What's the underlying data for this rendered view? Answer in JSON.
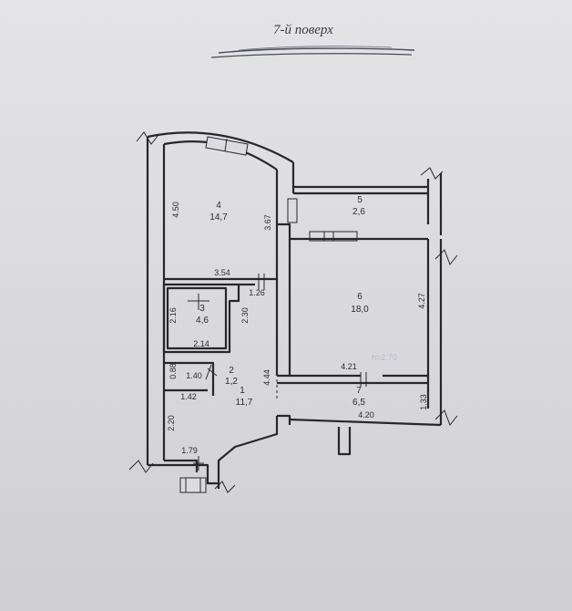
{
  "title": "7-й поверх",
  "rooms": [
    {
      "number": "1",
      "area": "11,7"
    },
    {
      "number": "2",
      "area": "1,2"
    },
    {
      "number": "3",
      "area": "4,6"
    },
    {
      "number": "4",
      "area": "14,7"
    },
    {
      "number": "5",
      "area": "2,6"
    },
    {
      "number": "6",
      "area": "18,0"
    },
    {
      "number": "7",
      "area": "6,5"
    }
  ],
  "dimensions": {
    "d_4_50": "4.50",
    "d_3_67": "3.67",
    "d_3_54": "3.54",
    "d_1_26": "1.26",
    "d_2_16": "2.16",
    "d_2_30": "2.30",
    "d_2_14": "2.14",
    "d_0_88": "0.88",
    "d_1_40": "1.40",
    "d_1_42": "1.42",
    "d_2_20": "2.20",
    "d_1_79": "1.79",
    "d_4_44": "4.44",
    "d_4_21": "4.21",
    "d_4_27": "4.27",
    "d_1_33": "1.33",
    "d_4_20": "4.20"
  },
  "ceiling_height": "h=2,70"
}
